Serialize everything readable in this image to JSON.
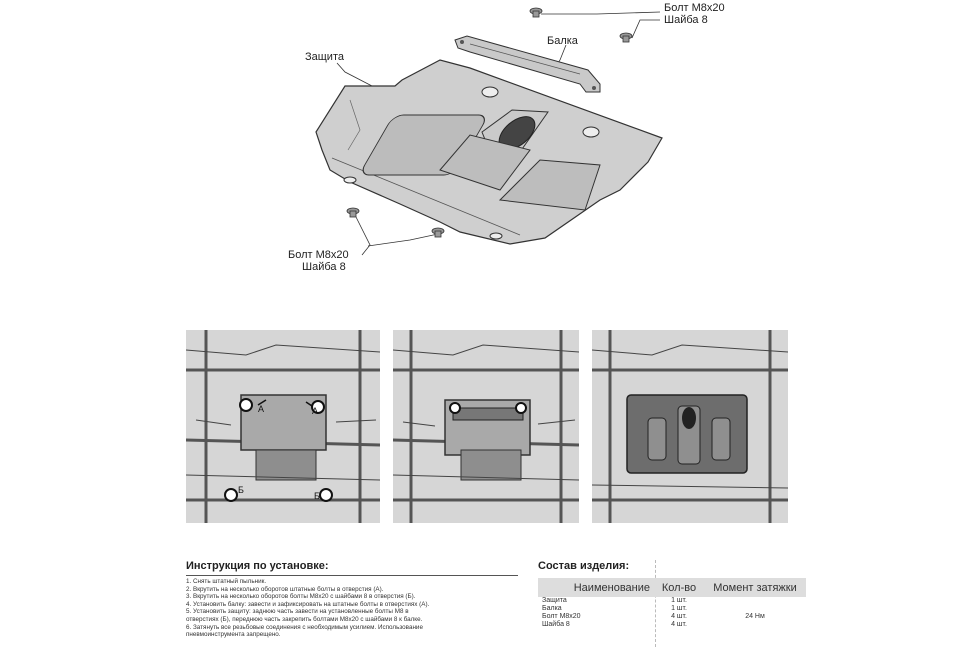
{
  "diagram": {
    "labels": {
      "protection": "Защита",
      "beam": "Балка",
      "bolt_top": "Болт М8х20",
      "washer_top": "Шайба 8",
      "bolt_bottom": "Болт М8х20",
      "washer_bottom": "Шайба 8"
    }
  },
  "photos": {
    "marker_a": "А",
    "marker_b": "Б"
  },
  "instructions": {
    "title": "Инструкция по установке:",
    "steps": [
      "1. Снять штатный пыльник.",
      "2. Вкрутить на несколько оборотов штатные болты в отверстия (А).",
      "3. Вкрутить на несколько оборотов болты М8х20 с шайбами 8 в отверстия (Б).",
      "4. Установить балку: завести и зафиксировать на штатные болты в отверстиях (А).",
      "5. Установить защиту: заднюю часть завести на установленные болты М8 в",
      "отверстиях (Б), переднюю часть закрепить болтами М8х20 с шайбами 8 к балке.",
      "6. Затянуть все резьбовые соединения с необходимым усилием. Использование",
      "пневмоинструмента запрещено."
    ]
  },
  "composition": {
    "title": "Состав изделия:",
    "headers": {
      "name": "Наименование",
      "qty": "Кол-во",
      "torque": "Момент затяжки"
    },
    "rows": [
      {
        "name": "Защита",
        "qty": "1 шт.",
        "torque": ""
      },
      {
        "name": "Балка",
        "qty": "1 шт.",
        "torque": ""
      },
      {
        "name": "Болт М8х20",
        "qty": "4 шт.",
        "torque": "24 Нм"
      },
      {
        "name": "Шайба 8",
        "qty": "4 шт.",
        "torque": ""
      }
    ]
  }
}
